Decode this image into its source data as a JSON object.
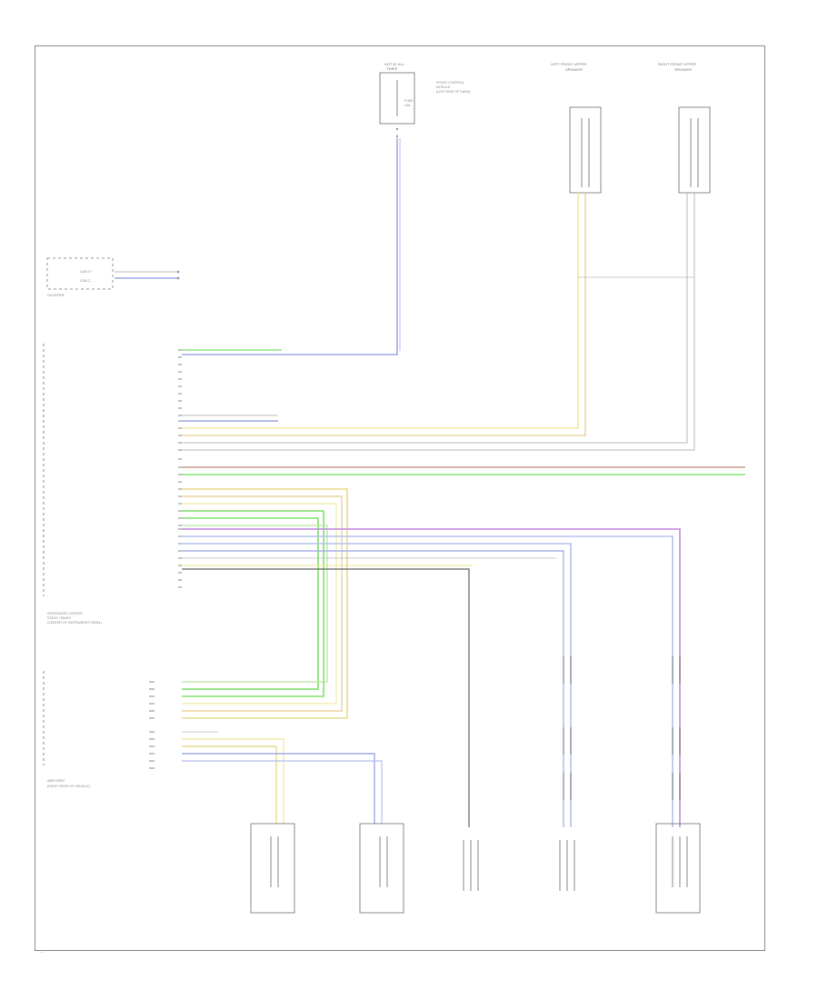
{
  "diagram": {
    "page_marker": "",
    "components": {
      "top_fuse": {
        "title": [
          "",
          ""
        ],
        "side_label": [
          "",
          ""
        ]
      },
      "left_front_speaker": {
        "title": [
          "LEFT FRONT UPPER",
          "SPEAKER"
        ]
      },
      "right_front_speaker": {
        "title": [
          "RIGHT FRONT UPPER",
          "SPEAKER"
        ]
      },
      "cluster": {
        "label": "CLUSTER"
      },
      "radio_module": {
        "footer": [
          "",
          "",
          ""
        ]
      },
      "amplifier": {
        "footer": [
          "",
          ""
        ]
      },
      "bottom_components": [
        {
          "name": "",
          "label": [
            "",
            "",
            ""
          ]
        },
        {
          "name": "",
          "label": [
            "",
            "",
            ""
          ]
        },
        {
          "name": "",
          "label": [
            "",
            "",
            "",
            ""
          ]
        },
        {
          "name": "",
          "label": [
            "",
            ""
          ]
        },
        {
          "name": "",
          "label": [
            "",
            "",
            ""
          ]
        }
      ]
    },
    "wire_colors": {
      "yellow": "#e8dc8c",
      "light_yellow": "#f0e9a8",
      "blue": "#9ea8e8",
      "light_blue": "#b6c0ee",
      "green": "#7fe06c",
      "light_green": "#b4e7a0",
      "brown": "#c89a8c",
      "orange": "#e8c98c",
      "violet": "#c28ae0",
      "grey": "#b8b8b8",
      "dark_grey": "#6a6a6a"
    }
  }
}
